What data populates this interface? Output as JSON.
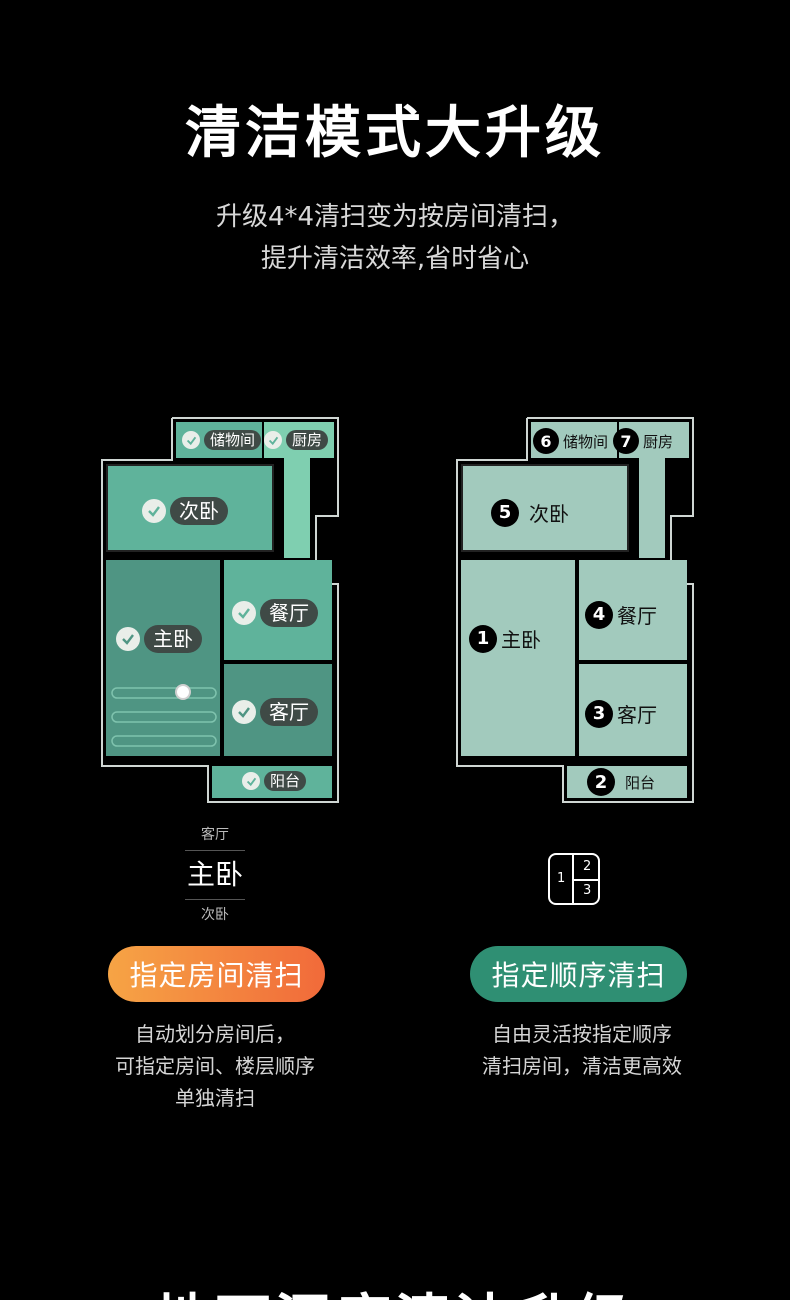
{
  "header": {
    "title": "清洁模式大升级",
    "subtitle_line1": "升级4*4清扫变为按房间清扫，",
    "subtitle_line2": "提升清洁效率,省时省心"
  },
  "left_map": {
    "rooms": {
      "storage": "储物间",
      "kitchen": "厨房",
      "second_bedroom": "次卧",
      "master_bedroom": "主卧",
      "dining": "餐厅",
      "living": "客厅",
      "balcony": "阳台"
    }
  },
  "right_map": {
    "rooms": {
      "storage": {
        "num": "6",
        "label": "储物间"
      },
      "kitchen": {
        "num": "7",
        "label": "厨房"
      },
      "second_bedroom": {
        "num": "5",
        "label": "次卧"
      },
      "master_bedroom": {
        "num": "1",
        "label": "主卧"
      },
      "dining": {
        "num": "4",
        "label": "餐厅"
      },
      "living": {
        "num": "3",
        "label": "客厅"
      },
      "balcony": {
        "num": "2",
        "label": "阳台"
      }
    }
  },
  "picker": {
    "above": "客厅",
    "selected": "主卧",
    "below": "次卧"
  },
  "order_icon": {
    "a": "1",
    "b": "2",
    "c": "3"
  },
  "buttons": {
    "room_clean": "指定房间清扫",
    "order_clean": "指定顺序清扫"
  },
  "descriptions": {
    "left": [
      "自动划分房间后，",
      "可指定房间、楼层顺序",
      "单独清扫"
    ],
    "right": [
      "自由灵活按指定顺序",
      "清扫房间，清洁更高效"
    ]
  },
  "footer": {
    "next_title": "地面深度清洁升级"
  },
  "colors": {
    "left_room_light": "#5fb39b",
    "left_room_dark": "#4f9583",
    "left_kitchen": "#7fcfb0",
    "right_room": "#a2cabd",
    "orange_start": "#f6a445",
    "orange_end": "#f16a3a",
    "green_button": "#2f8f73"
  }
}
